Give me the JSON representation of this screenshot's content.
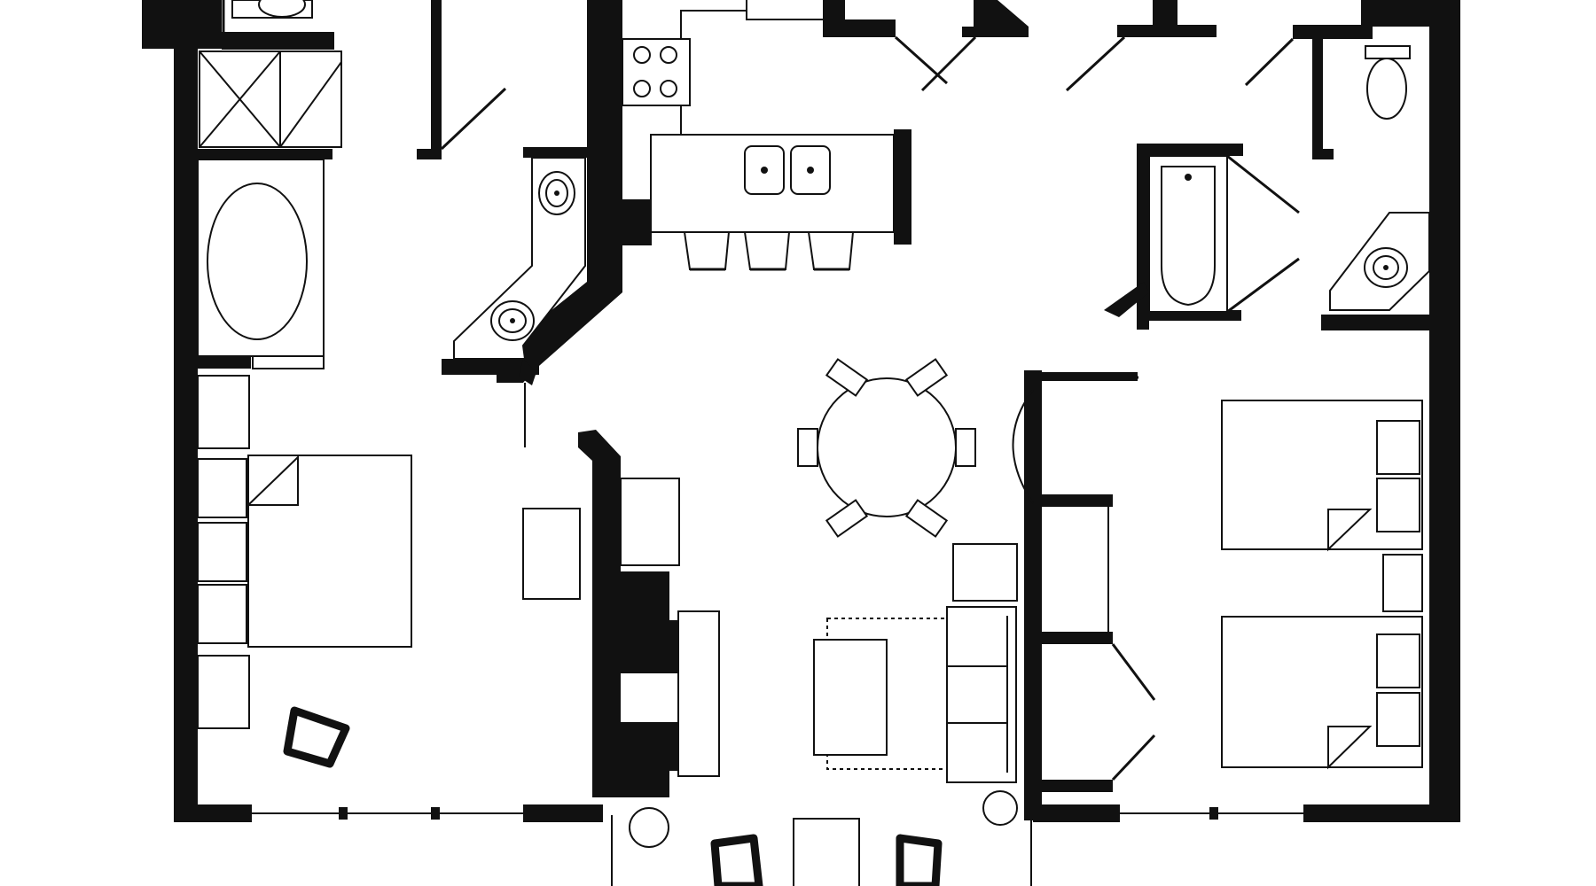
{
  "diagram": {
    "type": "floor-plan",
    "style": "black-and-white architectural line drawing",
    "colors": {
      "wall": "#111111",
      "background": "#ffffff"
    },
    "elements": [
      "bedroom-left",
      "bathroom-left",
      "kitchen",
      "dining-area",
      "living-area",
      "bathroom-right",
      "bedroom-right",
      "balcony"
    ]
  }
}
